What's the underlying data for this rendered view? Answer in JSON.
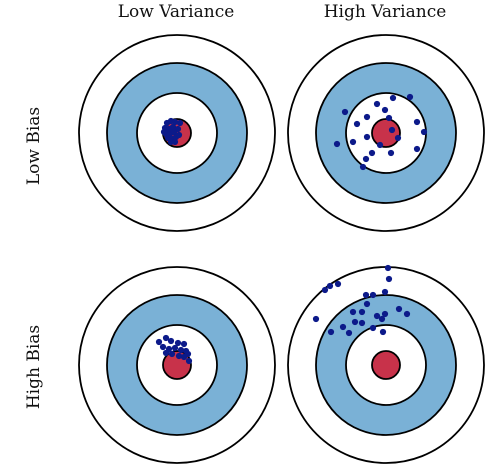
{
  "labels": {
    "col_low_variance": "Low Variance",
    "col_high_variance": "High Variance",
    "row_low_bias": "Low Bias",
    "row_high_bias": "High Bias"
  },
  "colors": {
    "ring_fill_blue": "#7ab1d6",
    "bullseye_red": "#c8324a",
    "point_navy": "#0c1a8a",
    "outline": "#000000",
    "background": "#ffffff"
  },
  "panels": [
    {
      "name": "low-bias-low-variance",
      "points": [
        [
          -10,
          -10
        ],
        [
          -6,
          -12
        ],
        [
          -2,
          -11
        ],
        [
          3,
          -10
        ],
        [
          -12,
          -5
        ],
        [
          -8,
          -4
        ],
        [
          -4,
          -6
        ],
        [
          1,
          -4
        ],
        [
          -11,
          1
        ],
        [
          -7,
          1
        ],
        [
          -3,
          -1
        ],
        [
          -9,
          5
        ],
        [
          -5,
          6
        ],
        [
          -1,
          4
        ],
        [
          -13,
          -1
        ],
        [
          -6,
          9
        ],
        [
          2,
          2
        ],
        [
          -2,
          9
        ]
      ]
    },
    {
      "name": "low-bias-high-variance",
      "points": [
        [
          -41,
          -21
        ],
        [
          -29,
          -9
        ],
        [
          -19,
          -16
        ],
        [
          -9,
          -29
        ],
        [
          -1,
          -23
        ],
        [
          7,
          -35
        ],
        [
          24,
          -36
        ],
        [
          31,
          -11
        ],
        [
          38,
          -1
        ],
        [
          -49,
          11
        ],
        [
          -33,
          9
        ],
        [
          -19,
          4
        ],
        [
          -14,
          20
        ],
        [
          -6,
          12
        ],
        [
          6,
          -3
        ],
        [
          12,
          5
        ],
        [
          5,
          20
        ],
        [
          -20,
          26
        ],
        [
          -23,
          34
        ],
        [
          31,
          16
        ],
        [
          3,
          -15
        ]
      ]
    },
    {
      "name": "high-bias-low-variance",
      "points": [
        [
          -18,
          -23
        ],
        [
          -11,
          -27
        ],
        [
          -6,
          -24
        ],
        [
          1,
          -22
        ],
        [
          7,
          -21
        ],
        [
          -14,
          -18
        ],
        [
          -8,
          -16
        ],
        [
          -2,
          -17
        ],
        [
          4,
          -15
        ],
        [
          9,
          -14
        ],
        [
          -11,
          -12
        ],
        [
          -5,
          -11
        ],
        [
          2,
          -9
        ],
        [
          7,
          -8
        ],
        [
          11,
          -11
        ],
        [
          12,
          -4
        ]
      ]
    },
    {
      "name": "high-bias-high-variance",
      "points": [
        [
          -61,
          -75
        ],
        [
          -56,
          -79
        ],
        [
          -48,
          -81
        ],
        [
          -70,
          -46
        ],
        [
          -55,
          -33
        ],
        [
          -37,
          -32
        ],
        [
          -31,
          -43
        ],
        [
          -24,
          -53
        ],
        [
          -19,
          -61
        ],
        [
          -9,
          -49
        ],
        [
          -1,
          -51
        ],
        [
          -20,
          -70
        ],
        [
          -13,
          -70
        ],
        [
          -1,
          -73
        ],
        [
          2,
          -97
        ],
        [
          3,
          -86
        ],
        [
          13,
          -56
        ],
        [
          21,
          -51
        ],
        [
          -33,
          -53
        ],
        [
          -24,
          -42
        ],
        [
          -13,
          -37
        ],
        [
          -4,
          -46
        ],
        [
          -3,
          -33
        ],
        [
          -43,
          -38
        ]
      ]
    }
  ]
}
